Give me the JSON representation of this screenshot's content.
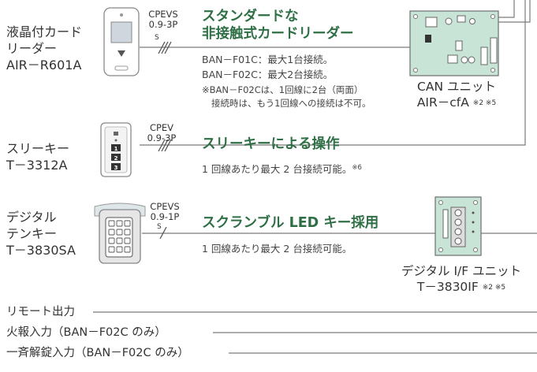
{
  "devices": [
    {
      "name_lines": [
        "液晶付カード",
        "リーダー",
        "AIR－R601A"
      ],
      "cable_lines": [
        "CPEVS",
        "0.9-3P"
      ],
      "cable_tag": "S",
      "title_lines": [
        "スタンダードな",
        "非接触式カードリーダー"
      ],
      "desc_lines": [
        "BAN－F01C：最大1台接続。",
        "BAN－F02C：最大2台接続。"
      ],
      "note_lines": [
        "※BAN－F02Cは、1回線に2台（両面）",
        "接続時は、もう1回線への接続は不可。"
      ]
    },
    {
      "name_lines": [
        "スリーキー",
        "T－3312A"
      ],
      "cable_lines": [
        "CPEV",
        "0.9-3P"
      ],
      "title": "スリーキーによる操作",
      "desc": "1 回線あたり最大 2 台接続可能。",
      "desc_ref": "※6",
      "keys": [
        "1",
        "2",
        "3"
      ]
    },
    {
      "name_lines": [
        "デジタル",
        "テンキー",
        "T－3830SA"
      ],
      "cable_lines": [
        "CPEVS",
        "0.9-1P"
      ],
      "cable_tag": "S",
      "title": "スクランブル LED キー採用",
      "desc": "1 回線あたり最大 2 台接続可能。"
    }
  ],
  "units": [
    {
      "name": "CAN ユニット",
      "model": "AIR－cfA",
      "refs": "※2 ※5"
    },
    {
      "name": "デジタル I/F ユニット",
      "model": "T－3830IF",
      "refs": "※2 ※5"
    }
  ],
  "bottom_rows": [
    "リモート出力",
    "火報入力（BAN－F02C のみ）",
    "一斉解錠入力（BAN－F02C のみ）"
  ],
  "colors": {
    "title_green": "#2f6f45",
    "board_green": "#c8e4d6",
    "line_gray": "#777777",
    "text": "#333333"
  }
}
